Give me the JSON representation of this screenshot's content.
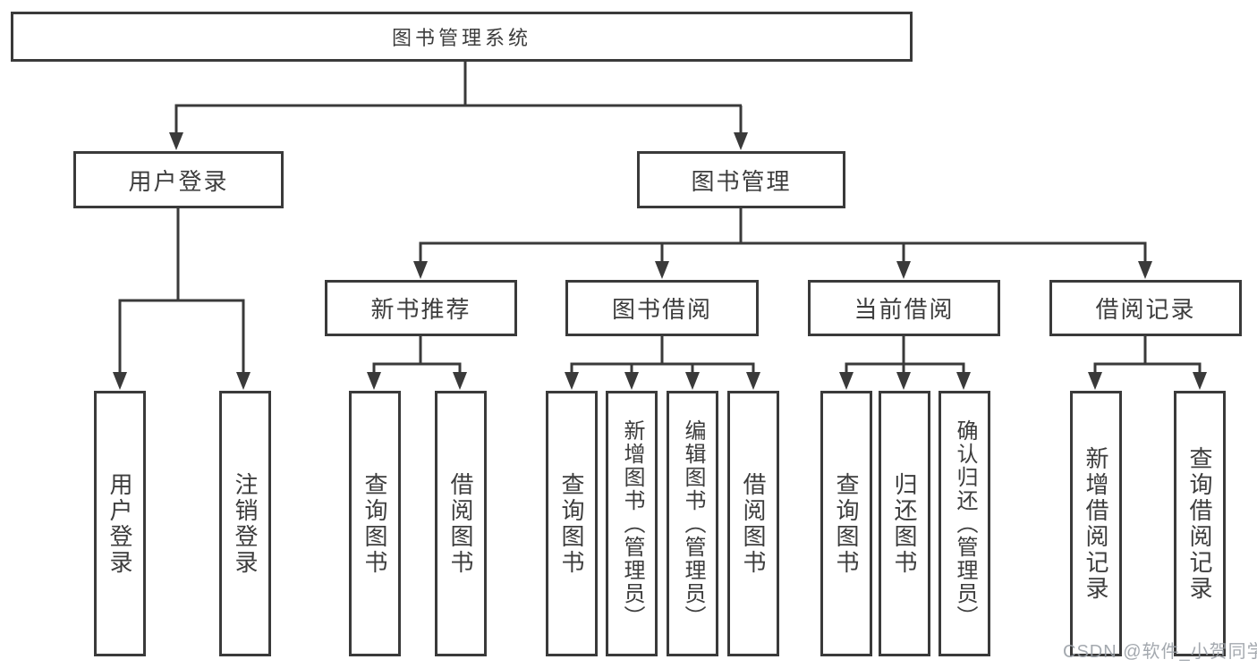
{
  "diagram": {
    "title": "图书管理系统",
    "colors": {
      "line": "#3a3a3a",
      "text": "#3d3d3d",
      "background": "#ffffff",
      "watermark": "#9aa0a6"
    },
    "tree": {
      "label": "图书管理系统",
      "children": [
        {
          "label": "用户登录",
          "children": [
            {
              "label": "用户登录"
            },
            {
              "label": "注销登录"
            }
          ]
        },
        {
          "label": "图书管理",
          "children": [
            {
              "label": "新书推荐",
              "children": [
                {
                  "label": "查询图书"
                },
                {
                  "label": "借阅图书"
                }
              ]
            },
            {
              "label": "图书借阅",
              "children": [
                {
                  "label": "查询图书"
                },
                {
                  "label": "新增图书（管理员）"
                },
                {
                  "label": "编辑图书（管理员）"
                },
                {
                  "label": "借阅图书"
                }
              ]
            },
            {
              "label": "当前借阅",
              "children": [
                {
                  "label": "查询图书"
                },
                {
                  "label": "归还图书"
                },
                {
                  "label": "确认归还（管理员）"
                }
              ]
            },
            {
              "label": "借阅记录",
              "children": [
                {
                  "label": "新增借阅记录"
                },
                {
                  "label": "查询借阅记录"
                }
              ]
            }
          ]
        }
      ]
    }
  },
  "watermark": {
    "text": "CSDN @软件_小贺同学"
  }
}
